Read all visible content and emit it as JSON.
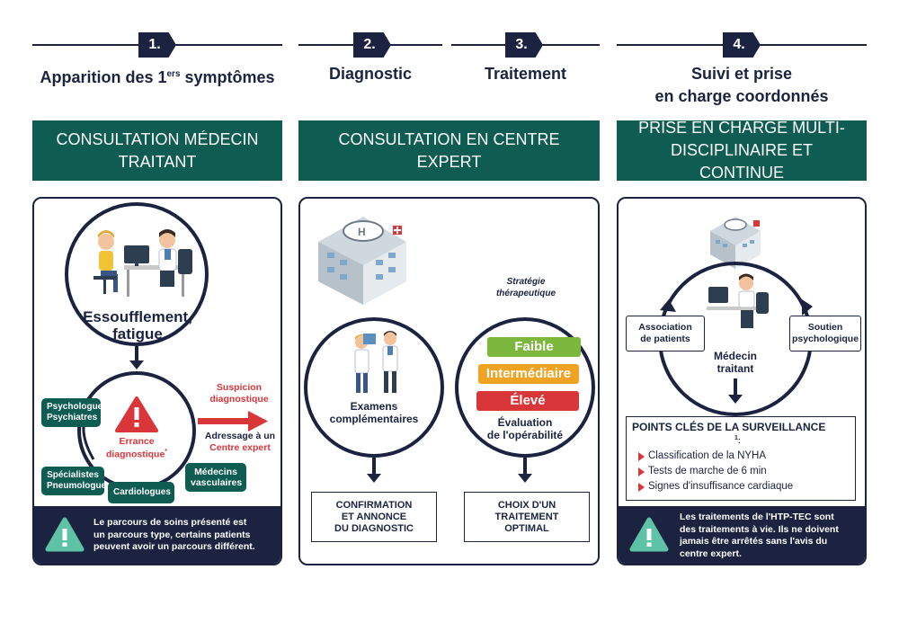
{
  "steps": [
    {
      "number": "1.",
      "title_pre": "Apparition des 1",
      "title_sup": "ers",
      "title_post": " symptômes"
    },
    {
      "number": "2.",
      "title": "Diagnostic"
    },
    {
      "number": "3.",
      "title": "Traitement"
    },
    {
      "number": "4.",
      "title_line1": "Suivi et prise",
      "title_line2": "en charge coordonnés"
    }
  ],
  "banners": {
    "col1": "CONSULTATION MÉDECIN TRAITANT",
    "col2": "CONSULTATION EN CENTRE EXPERT",
    "col3": "PRISE EN CHARGE MULTI-DISCIPLINAIRE ET CONTINUE"
  },
  "col1": {
    "symptoms_line1": "Essoufflement,",
    "symptoms_line2": "fatigue",
    "suspicion_line1": "Suspicion",
    "suspicion_line2": "diagnostique",
    "errance_line1": "Errance",
    "errance_line2": "diagnostique",
    "errance_mark": "*",
    "adressage_line1": "Adressage à un",
    "adressage_line2": "Centre expert",
    "specialists": {
      "psychologues_line1": "Psychologues",
      "psychologues_line2": "Psychiatres",
      "pneumo_line1": "Spécialistes",
      "pneumo_line2": "Pneumologues",
      "cardio": "Cardiologues",
      "vasc_line1": "Médecins",
      "vasc_line2": "vasculaires"
    },
    "note_line1": "Le parcours de soins présenté est",
    "note_line2": "un parcours type, certains patients",
    "note_line3": "peuvent avoir un parcours différent."
  },
  "col2": {
    "examens_line1": "Examens",
    "examens_line2": "complémentaires",
    "strategy_line1": "Stratégie",
    "strategy_line2": "thérapeutique",
    "levels": [
      {
        "label": "Faible",
        "color": "#7cb83e"
      },
      {
        "label": "Intermédiaire",
        "color": "#f0a322"
      },
      {
        "label": "Élevé",
        "color": "#d9363a"
      }
    ],
    "eval_line1": "Évaluation",
    "eval_line2": "de l'opérabilité",
    "confirm_line1": "CONFIRMATION",
    "confirm_line2": "ET ANNONCE",
    "confirm_line3": "DU DIAGNOSTIC",
    "choix_line1": "CHOIX D'UN",
    "choix_line2": "TRAITEMENT",
    "choix_line3": "OPTIMAL"
  },
  "col3": {
    "association_line1": "Association",
    "association_line2": "de patients",
    "soutien_line1": "Soutien",
    "soutien_line2": "psychologique",
    "medecin_line1": "Médecin",
    "medecin_line2": "traitant",
    "points_title": "POINTS CLÉS DE LA SURVEILLANCE",
    "points_ref": "1",
    "points_colon": ":",
    "points": [
      "Classification de la NYHA",
      "Tests de marche de 6 min",
      "Signes d'insuffisance cardiaque"
    ],
    "note_line1": "Les traitements de l'HTP-TEC sont",
    "note_line2": "des traitements à vie. Ils ne doivent",
    "note_line3": "jamais être arrêtés sans l'avis du",
    "note_line4": "centre expert."
  },
  "colors": {
    "navy": "#1b2340",
    "green": "#0e5c52",
    "red": "#d9363a",
    "mint": "#5ec3a6"
  }
}
